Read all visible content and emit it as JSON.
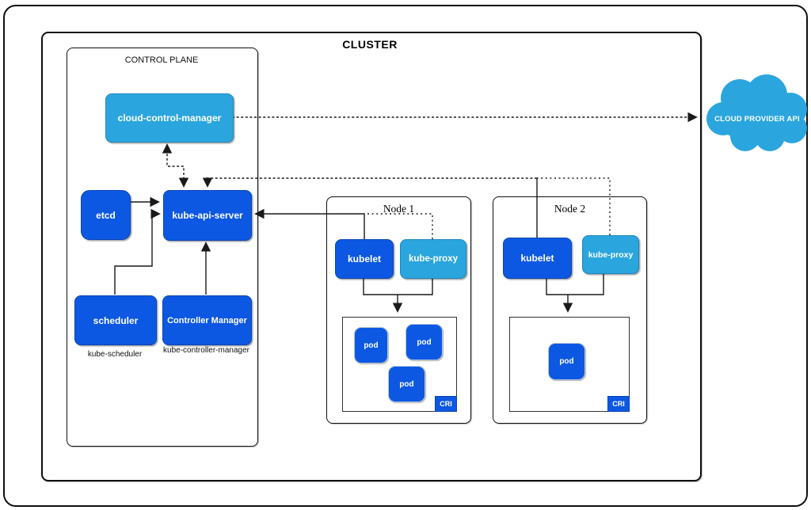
{
  "colors": {
    "primary_blue": "#0d58e2",
    "primary_blue_border": "#0a45b2",
    "light_blue": "#2ba5de",
    "light_blue_border": "#1f86bd",
    "line": "#1a1a1a"
  },
  "cluster": {
    "title": "CLUSTER"
  },
  "control_plane": {
    "title": "CONTROL PLANE",
    "cloud_control_manager": "cloud-control-manager",
    "etcd": "etcd",
    "kube_api_server": "kube-api-server",
    "scheduler": "scheduler",
    "scheduler_caption": "kube-scheduler",
    "controller_manager": "Controller Manager",
    "controller_manager_caption": "kube-controller-manager"
  },
  "nodes": [
    {
      "title": "Node 1",
      "kubelet": "kubelet",
      "kube_proxy": "kube-proxy",
      "pods": [
        "pod",
        "pod",
        "pod"
      ],
      "cri": "CRI"
    },
    {
      "title": "Node 2",
      "kubelet": "kubelet",
      "kube_proxy": "kube-proxy",
      "pods": [
        "pod"
      ],
      "cri": "CRI"
    }
  ],
  "cloud_provider": {
    "label": "CLOUD PROVIDER API"
  }
}
